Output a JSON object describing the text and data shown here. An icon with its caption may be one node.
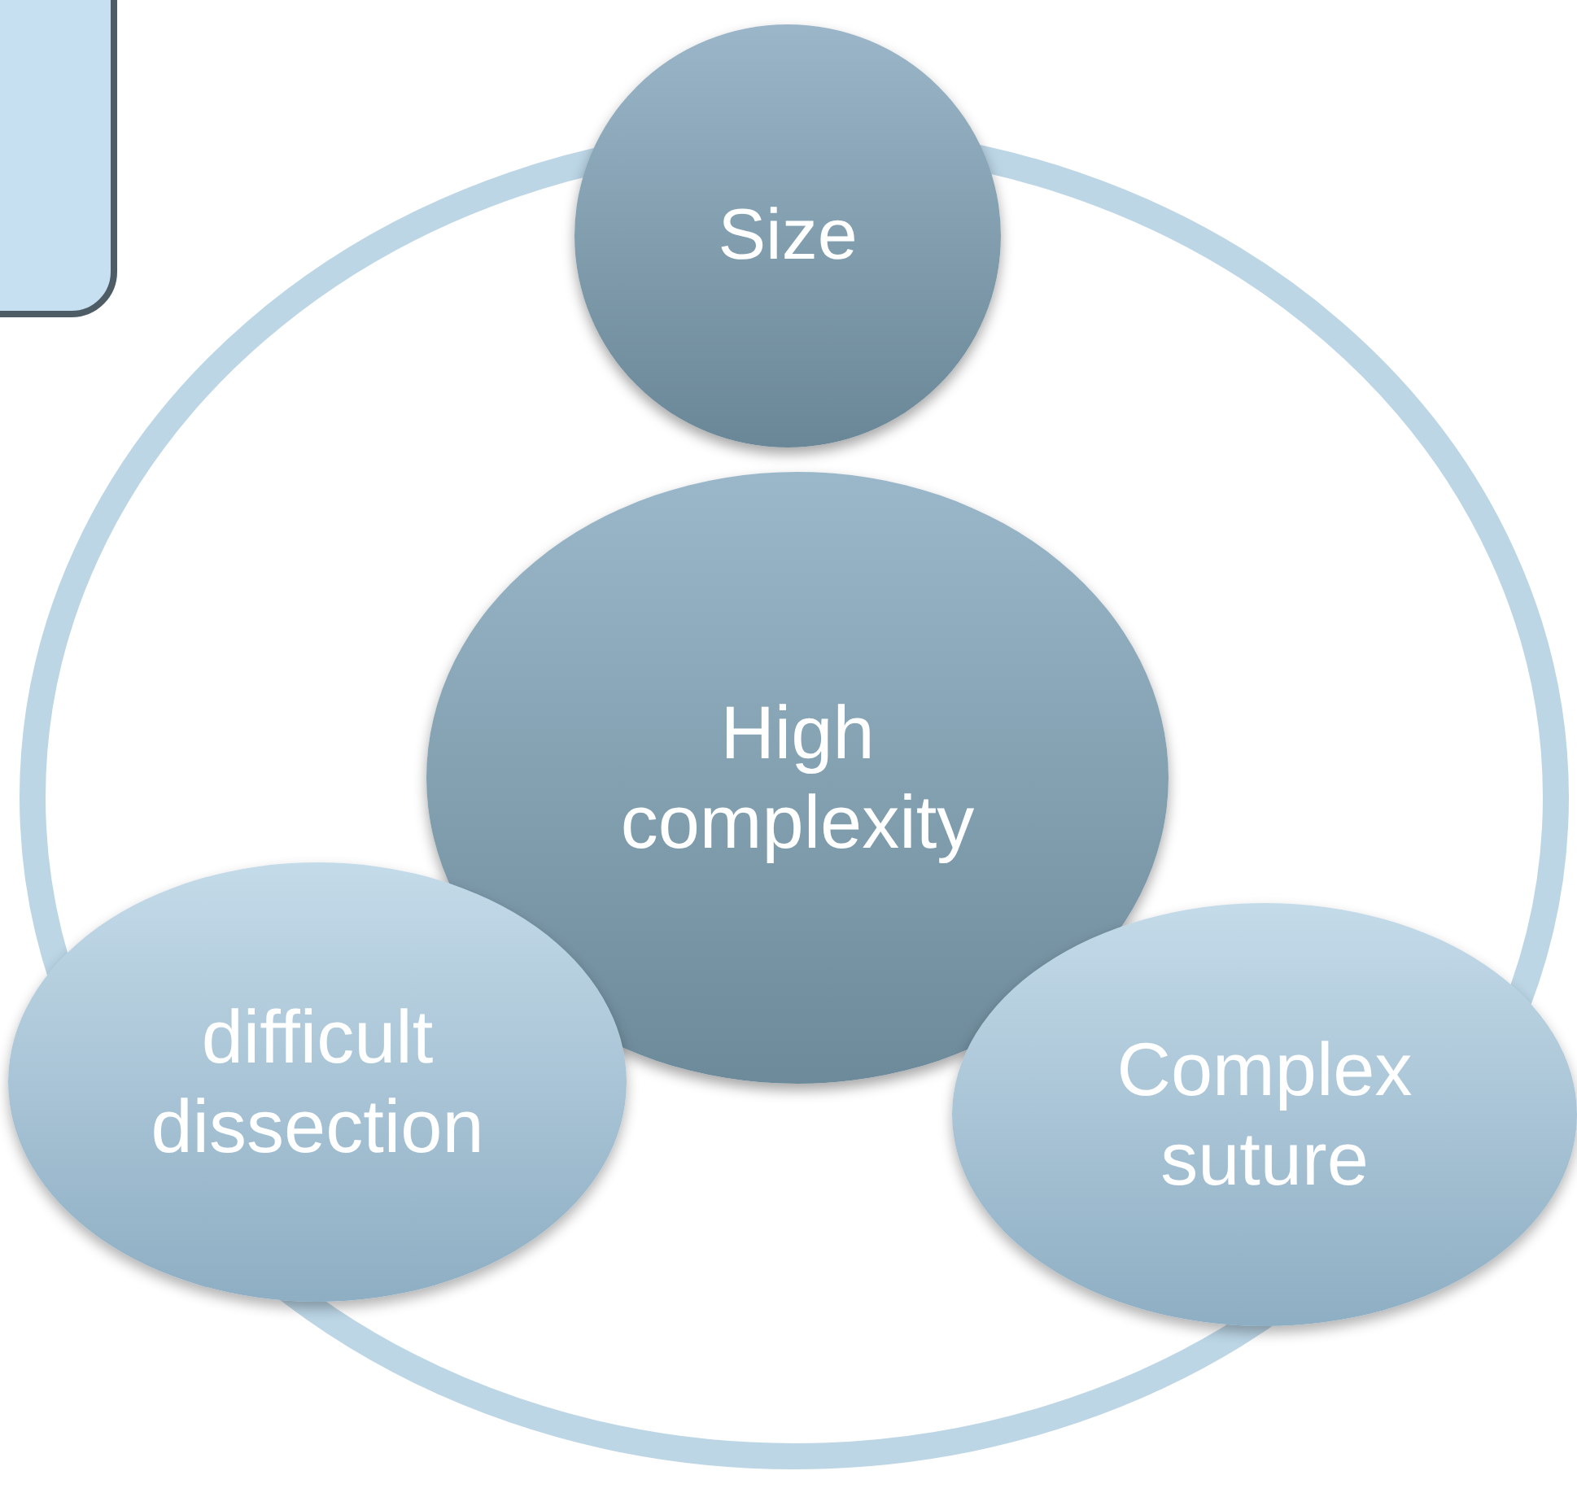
{
  "diagram": {
    "nodes": [
      {
        "text": [],
        "shape": "box"
      },
      {
        "text": [
          "Size"
        ]
      },
      {
        "text": [
          "High complexity"
        ]
      },
      {
        "text": [
          "difficult dissection"
        ]
      },
      {
        "text": [
          "Complex suture"
        ]
      }
    ]
  }
}
